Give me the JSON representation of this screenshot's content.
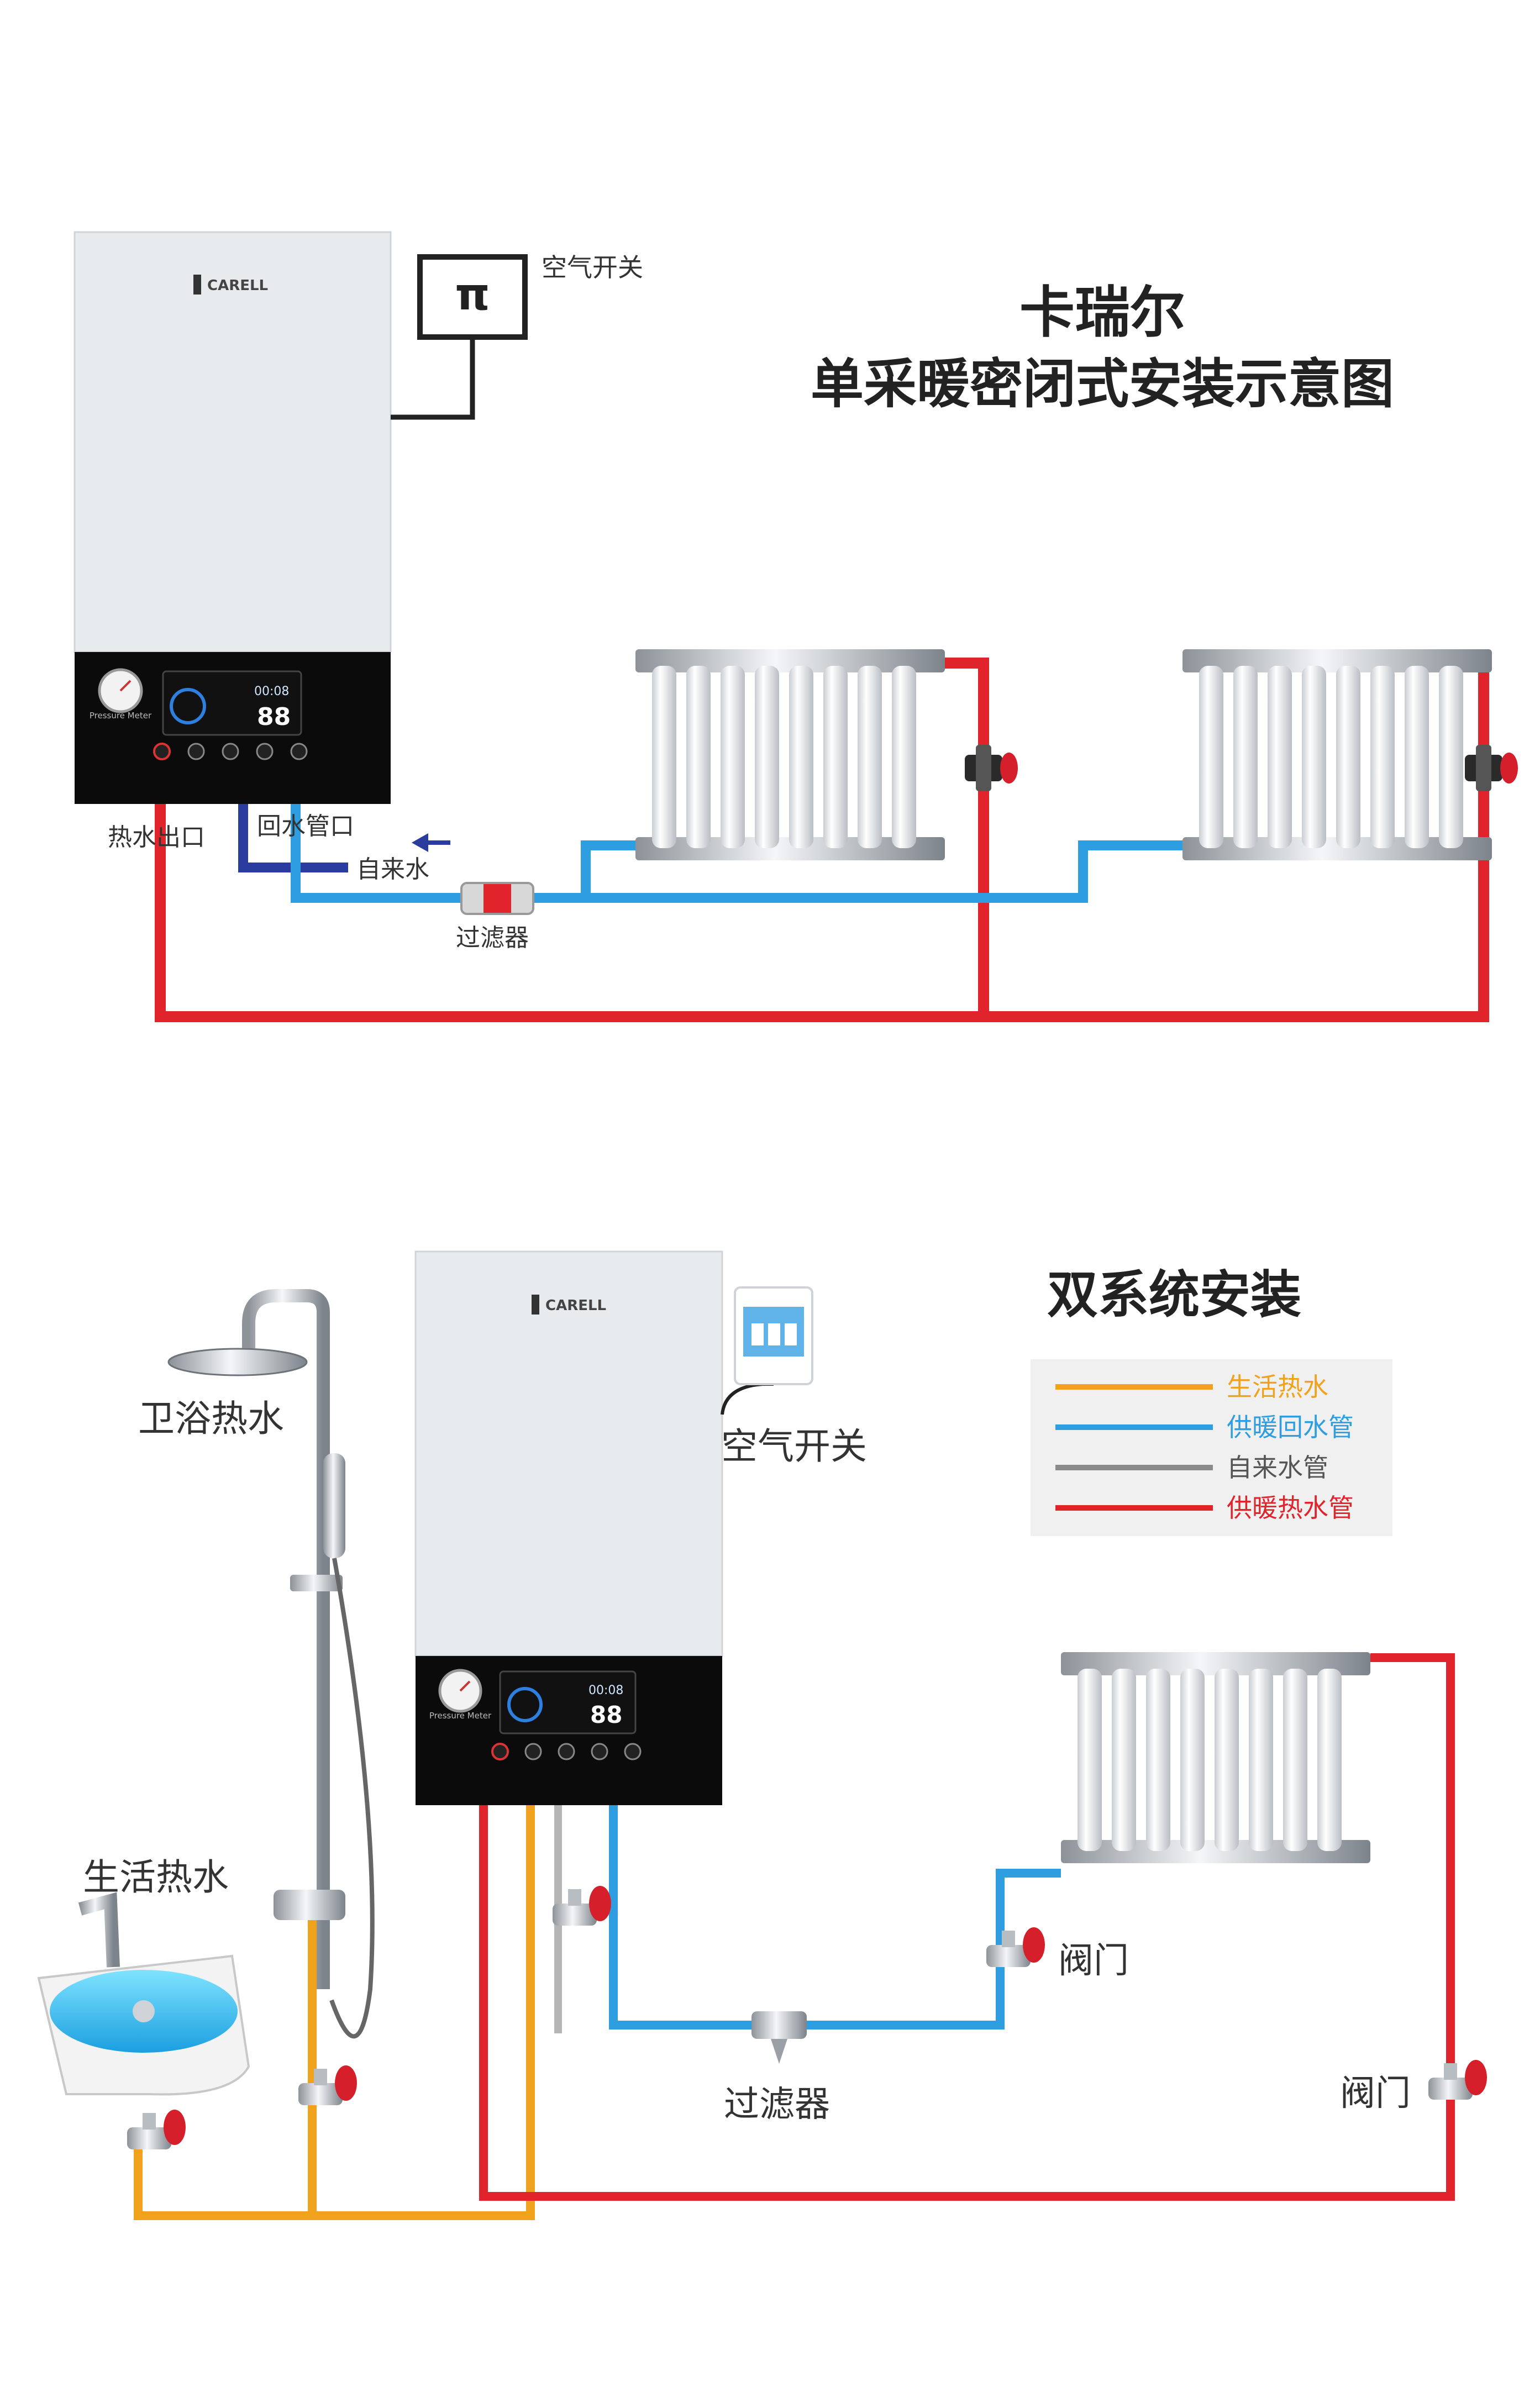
{
  "colors": {
    "hot": "#e1242b",
    "return": "#2f9ee0",
    "return_dark": "#2a3d9e",
    "domestic": "#f0a21c",
    "tap": "#8a8a8a",
    "boiler_body": "#eaedf0",
    "boiler_panel": "#0b0b0b",
    "valve": "#d51f2a"
  },
  "brand": {
    "name": "CARELL"
  },
  "panel": {
    "gauge_label": "Pressure Meter",
    "clock": "00:08",
    "digits": "88"
  },
  "section1": {
    "title_line1": "卡瑞尔",
    "title_line2": "单采暖密闭式安装示意图",
    "labels": {
      "air_switch": "空气开关",
      "hot_outlet": "热水出口",
      "return_port": "回水管口",
      "tap_water": "自来水",
      "filter": "过滤器"
    }
  },
  "section2": {
    "title": "双系统安装",
    "labels": {
      "bath_hot": "卫浴热水",
      "air_switch": "空气开关",
      "domestic_hot": "生活热水",
      "valve_1": "阀门",
      "filter": "过滤器",
      "valve_2": "阀门"
    },
    "legend": [
      {
        "label": "生活热水",
        "color": "#f0a21c"
      },
      {
        "label": "供暖回水管",
        "color": "#2f9ee0"
      },
      {
        "label": "自来水管",
        "color": "#8a8a8a"
      },
      {
        "label": "供暖热水管",
        "color": "#e1242b"
      }
    ]
  }
}
